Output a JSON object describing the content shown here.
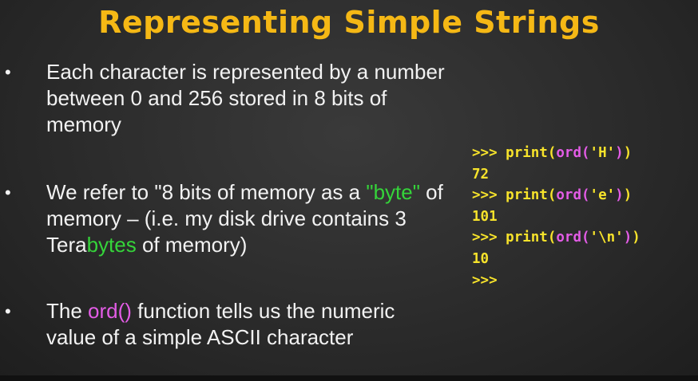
{
  "slide": {
    "title": "Representing Simple Strings",
    "bullet_char": "•",
    "bullets": [
      {
        "text_1": "Each character is represented by a number between 0 and 256 stored in 8 bits of memory"
      },
      {
        "text_1": "We refer to \"8 bits of memory as a ",
        "hl_1": "\"byte\"",
        "text_2": " of memory – (i.e. my disk drive contains 3 Tera",
        "hl_2": "bytes",
        "text_3": " of memory)"
      },
      {
        "text_1": "The ",
        "hl_1": "ord()",
        "text_2": " function tells us the numeric value of a simple ASCII character"
      }
    ],
    "code": {
      "lines": [
        {
          "prompt": ">>> ",
          "kw": "print(",
          "fn": "ord(",
          "arg": "'H'",
          "close_fn": ")",
          "close_kw": ")"
        },
        {
          "output": "72"
        },
        {
          "prompt": ">>> ",
          "kw": "print(",
          "fn": "ord(",
          "arg": "'e'",
          "close_fn": ")",
          "close_kw": ")"
        },
        {
          "output": "101"
        },
        {
          "prompt": ">>> ",
          "kw": "print(",
          "fn": "ord(",
          "arg": "'\\n'",
          "close_fn": ")",
          "close_kw": ")"
        },
        {
          "output": "10"
        },
        {
          "prompt": ">>>"
        }
      ]
    }
  },
  "colors": {
    "title": "#f5b815",
    "body_text": "#f2f2f2",
    "highlight_green": "#35d43a",
    "highlight_pink": "#e35ce6",
    "code_yellow": "#f7e32b",
    "background": "#2b2b2b"
  }
}
